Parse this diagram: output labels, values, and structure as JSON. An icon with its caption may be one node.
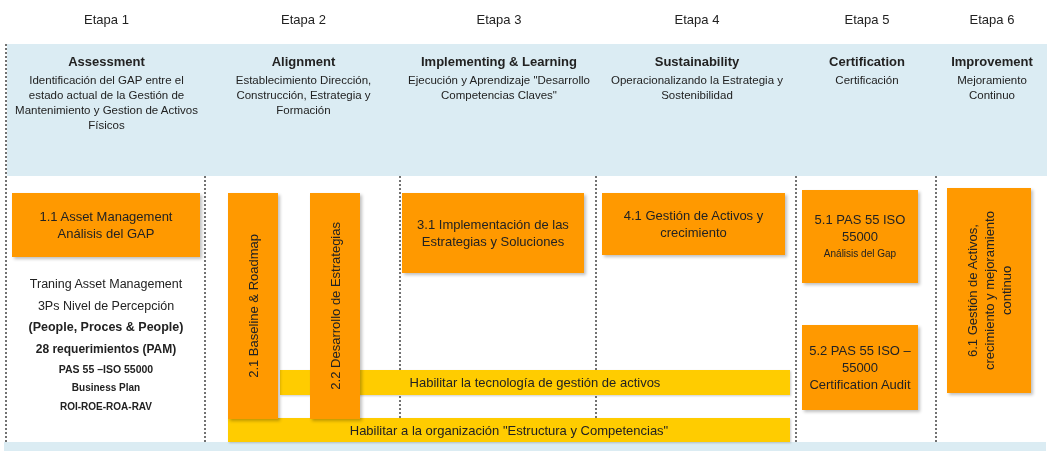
{
  "diagram": {
    "nodes": [
      {
        "text": [
          "Assessment",
          "Identificación del GAP entre el estado actual de la Gestión de Mantenimiento y Gestion de Activos Físicos"
        ],
        "beside": [
          "Etapa 1"
        ]
      },
      {
        "text": [
          "Alignment",
          "Establecimiento Dirección, Construcción, Estrategia y Formación"
        ],
        "beside": [
          "Etapa 2"
        ]
      },
      {
        "text": [
          "Implementing & Learning",
          "Ejecución y Aprendizaje \"Desarrollo Competencias Claves\""
        ],
        "beside": [
          "Etapa 3"
        ]
      },
      {
        "text": [
          "Sustainability",
          "Operacionalizando la Estrategia y Sostenibilidad"
        ],
        "beside": [
          "Etapa 4"
        ]
      },
      {
        "text": [
          "Certification",
          "Certificación"
        ],
        "beside": [
          "Etapa 5"
        ]
      },
      {
        "text": [
          "Improvement",
          "Mejoramiento Continuo"
        ],
        "beside": [
          "Etapa 6"
        ]
      },
      {
        "text": [
          "1.1 Asset Management Análisis del GAP"
        ]
      },
      {
        "text": [
          "2.1 Baseline & Roadmap"
        ]
      },
      {
        "text": [
          "2.2 Desarrollo de Estrategias"
        ]
      },
      {
        "text": [
          "3.1 Implementación de las Estrategias y Soluciones"
        ]
      },
      {
        "text": [
          "4.1 Gestión de Activos y crecimiento"
        ]
      },
      {
        "text": [
          "5.1 PAS 55 ISO 55000",
          "Análisis del Gap"
        ]
      },
      {
        "text": [
          "5.2 PAS 55 ISO – 55000 Certification Audit"
        ]
      },
      {
        "text": [
          "6.1 Gestión de Activos, crecimiento y mejoramiento continuo"
        ]
      },
      {
        "text": [
          "Habilitar la tecnología de gestión de activos"
        ]
      },
      {
        "text": [
          "Habilitar a la organización \"Estructura y Competencias\""
        ]
      }
    ],
    "labels": [
      "Traning Asset Management",
      "3Ps Nivel de Percepción",
      "(People, Proces & People)",
      "28 requerimientos (PAM)",
      "PAS 55 –ISO 55000",
      "Business Plan",
      "ROI-ROE-ROA-RAV"
    ]
  }
}
